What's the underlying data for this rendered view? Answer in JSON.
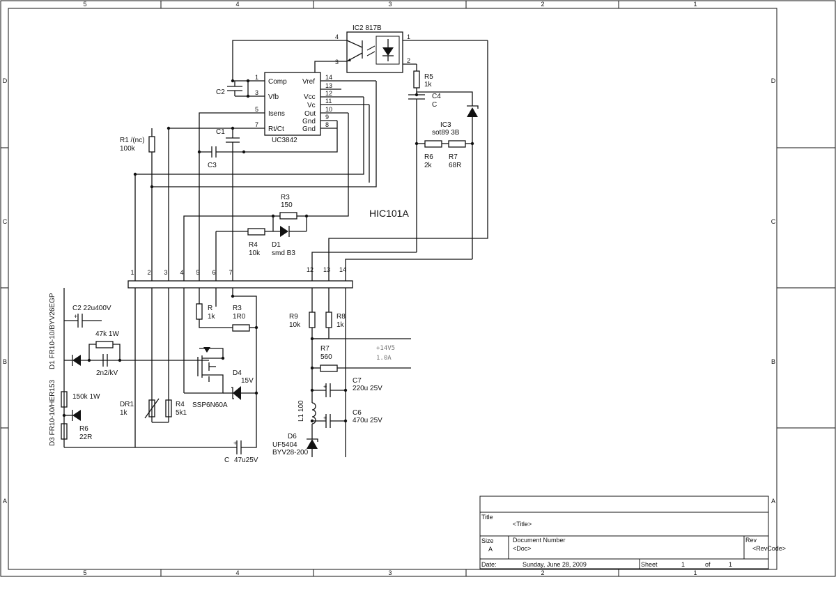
{
  "frame": {
    "columns": [
      "5",
      "4",
      "3",
      "2",
      "1"
    ],
    "rows": [
      "D",
      "C",
      "B",
      "A"
    ]
  },
  "module_label": "HIC101A",
  "ic": {
    "uc3842": {
      "name": "UC3842",
      "left_pins": [
        {
          "num": "1",
          "name": "Comp"
        },
        {
          "num": "3",
          "name": "Vfb"
        },
        {
          "num": "5",
          "name": "Isens"
        },
        {
          "num": "7",
          "name": "Rt/Ct"
        }
      ],
      "right_pins": [
        {
          "num": "14",
          "name": "Vref"
        },
        {
          "num": "13",
          "name": ""
        },
        {
          "num": "12",
          "name": "Vcc"
        },
        {
          "num": "11",
          "name": "Vc"
        },
        {
          "num": "10",
          "name": "Out"
        },
        {
          "num": "9",
          "name": "Gnd"
        },
        {
          "num": "8",
          "name": "Gnd"
        }
      ]
    },
    "ic2": {
      "name": "IC2 817B",
      "pins": [
        "4",
        "3",
        "1",
        "2"
      ]
    },
    "ic3": {
      "name": "IC3",
      "package": "sot89 3B"
    }
  },
  "connector_pins": [
    "1",
    "2",
    "3",
    "4",
    "5",
    "6",
    "7",
    "12",
    "13",
    "14"
  ],
  "components": {
    "c2_top": {
      "ref": "C2"
    },
    "c1": {
      "ref": "C1"
    },
    "c3": {
      "ref": "C3"
    },
    "r1": {
      "ref": "R1 /(nc)",
      "value": "100k"
    },
    "r5": {
      "ref": "R5",
      "value": "1k"
    },
    "c4": {
      "ref": "C4",
      "value": "C"
    },
    "r6_top": {
      "ref": "R6",
      "value": "2k"
    },
    "r7_top": {
      "ref": "R7",
      "value": "68R"
    },
    "r3_top": {
      "ref": "R3",
      "value": "150"
    },
    "r4_top": {
      "ref": "R4",
      "value": "10k"
    },
    "d1_top": {
      "ref": "D1",
      "value": "smd B3"
    },
    "c2_bottom": {
      "ref": "C2 22u400V"
    },
    "d1_side": {
      "ref": "D1 FR10-10/BYV26EGP"
    },
    "r_47k": {
      "value": "47k 1W"
    },
    "c_2n2": {
      "value": "2n2/kV"
    },
    "d3_side": {
      "ref": "D3 FR10-10/HER153"
    },
    "r_150k": {
      "value": "150k 1W"
    },
    "r6_bottom": {
      "ref": "R6",
      "value": "22R"
    },
    "dr1": {
      "ref": "DR1",
      "value": "1k"
    },
    "r4_bottom": {
      "ref": "R4",
      "value": "5k1"
    },
    "r_mid": {
      "ref": "R",
      "value": "1k"
    },
    "r3_mid": {
      "ref": "R3",
      "value": "1R0"
    },
    "d4": {
      "ref": "D4",
      "value": "15V"
    },
    "mosfet": {
      "ref": "SSP6N60A"
    },
    "c_47u": {
      "ref": "C",
      "value": "47u25V"
    },
    "r9": {
      "ref": "R9",
      "value": "10k"
    },
    "r8": {
      "ref": "R8",
      "value": "1k"
    },
    "r7_out": {
      "ref": "R7",
      "value": "560"
    },
    "c7": {
      "ref": "C7",
      "value": "220u 25V"
    },
    "c6": {
      "ref": "C6",
      "value": "470u 25V"
    },
    "l1": {
      "ref": "L1 100"
    },
    "d6": {
      "ref": "D6",
      "value": "UF5404",
      "alt": "BYV28-200"
    },
    "output_voltage": "+14V5",
    "output_current": "1.0A"
  },
  "title_block": {
    "title_label": "Title",
    "title_value": "<Title>",
    "size_label": "Size",
    "size_value": "A",
    "docnum_label": "Document Number",
    "docnum_value": "<Doc>",
    "rev_label": "Rev",
    "rev_value": "<RevCode>",
    "date_label": "Date:",
    "date_value": "Sunday, June 28, 2009",
    "sheet_label": "Sheet",
    "sheet_value": "1",
    "of_label": "of",
    "of_value": "1"
  }
}
